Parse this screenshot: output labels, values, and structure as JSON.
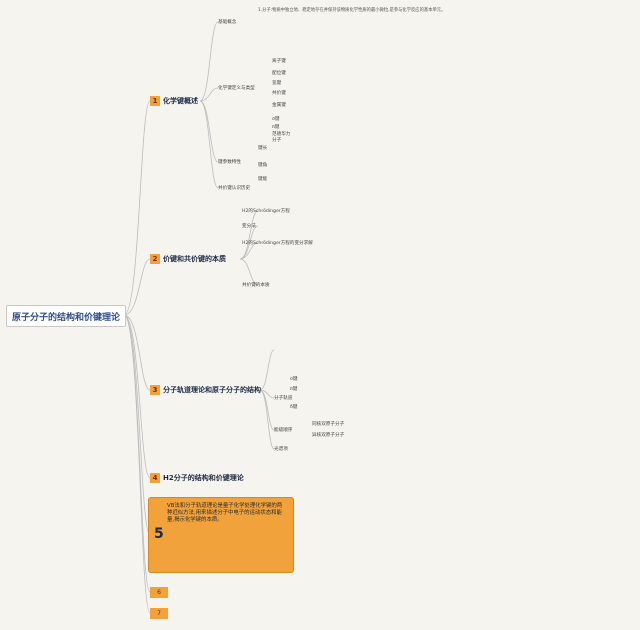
{
  "root": {
    "title": "原子分子的结构和价键理论"
  },
  "branches": [
    {
      "num": "1",
      "label": "化学键概述"
    },
    {
      "num": "2",
      "label": "价键和共价键的本质"
    },
    {
      "num": "3",
      "label": "分子轨道理论和原子分子的结构"
    },
    {
      "num": "4",
      "label": "H2分子的结构和价键理论"
    },
    {
      "num": "6",
      "label": ""
    },
    {
      "num": "7",
      "label": ""
    }
  ],
  "b1": {
    "subs": [
      "基础概念",
      "化学键定义与类型",
      "键参数特性",
      "共价键认识历史"
    ],
    "notes": [
      "1.分子:物质中独立地、稳定地存在并保持该物质化学性质的最小微粒,是参与化学反应的基本单元。",
      "离子键",
      "配位键",
      "氢键",
      "共价键",
      "金属键",
      "σ键",
      "π键",
      "范德华力",
      "分子",
      "键长",
      "键角",
      "键能"
    ]
  },
  "b2": {
    "subs": [
      "H2的Schrödinger方程",
      "变分法",
      "H2的Schrödinger方程的变分求解",
      "共价键的本质"
    ]
  },
  "b3": {
    "subs": [
      "分子轨道",
      "σ键",
      "π键",
      "δ键",
      "能级顺序",
      "同核双原子分子",
      "异核双原子分子",
      "光谱项"
    ]
  },
  "b4": {
    "note": ""
  },
  "card": {
    "num": "5",
    "text": "VB法和分子轨道理论是量子化学处理化学键的两种近似方法,用来描述分子中电子的运动状态和能量,揭示化学键的本质。"
  },
  "colors": {
    "accent": "#f2a23a",
    "line": "#bbbbbb"
  }
}
